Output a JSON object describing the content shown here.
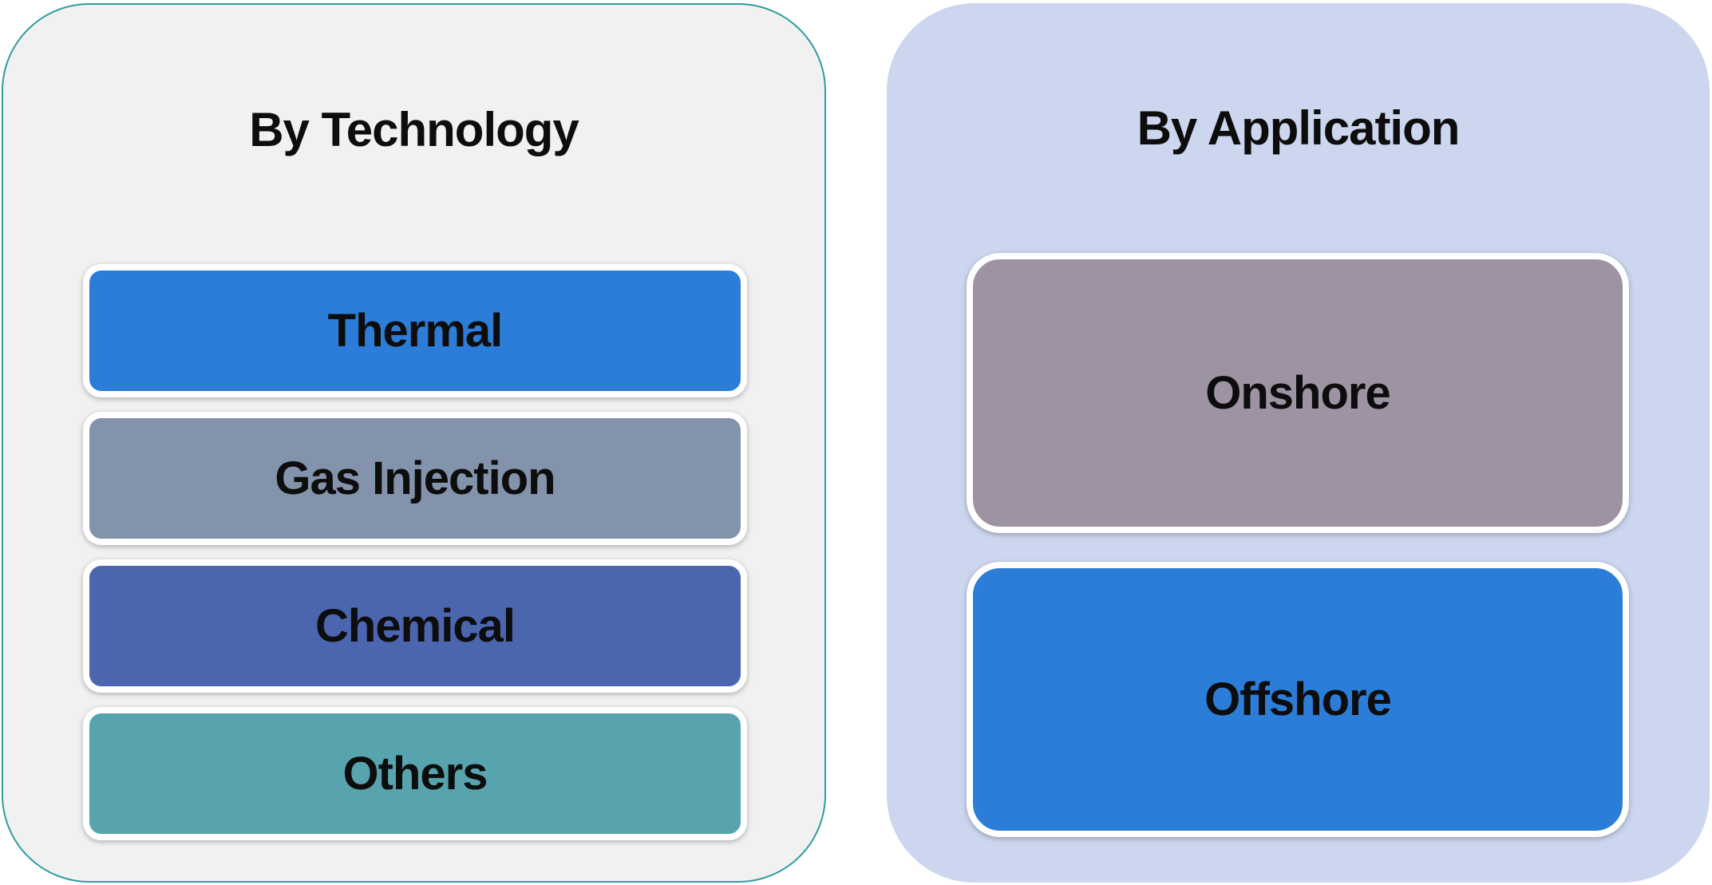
{
  "diagram": {
    "text_color": "#0d0d0d",
    "panels": [
      {
        "title": "By Technology",
        "background": "#F1F1F2",
        "border_color": "#2E9D9E",
        "items": [
          {
            "label": "Thermal",
            "color": "#2B7DD8"
          },
          {
            "label": "Gas Injection",
            "color": "#8293AB"
          },
          {
            "label": "Chemical",
            "color": "#4B66AF"
          },
          {
            "label": "Others",
            "color": "#57A4AE"
          }
        ]
      },
      {
        "title": "By Application",
        "background": "#CCD7EF",
        "items": [
          {
            "label": "Onshore",
            "color": "#9D93A3"
          },
          {
            "label": "Offshore",
            "color": "#2B7DD8"
          }
        ]
      }
    ]
  }
}
